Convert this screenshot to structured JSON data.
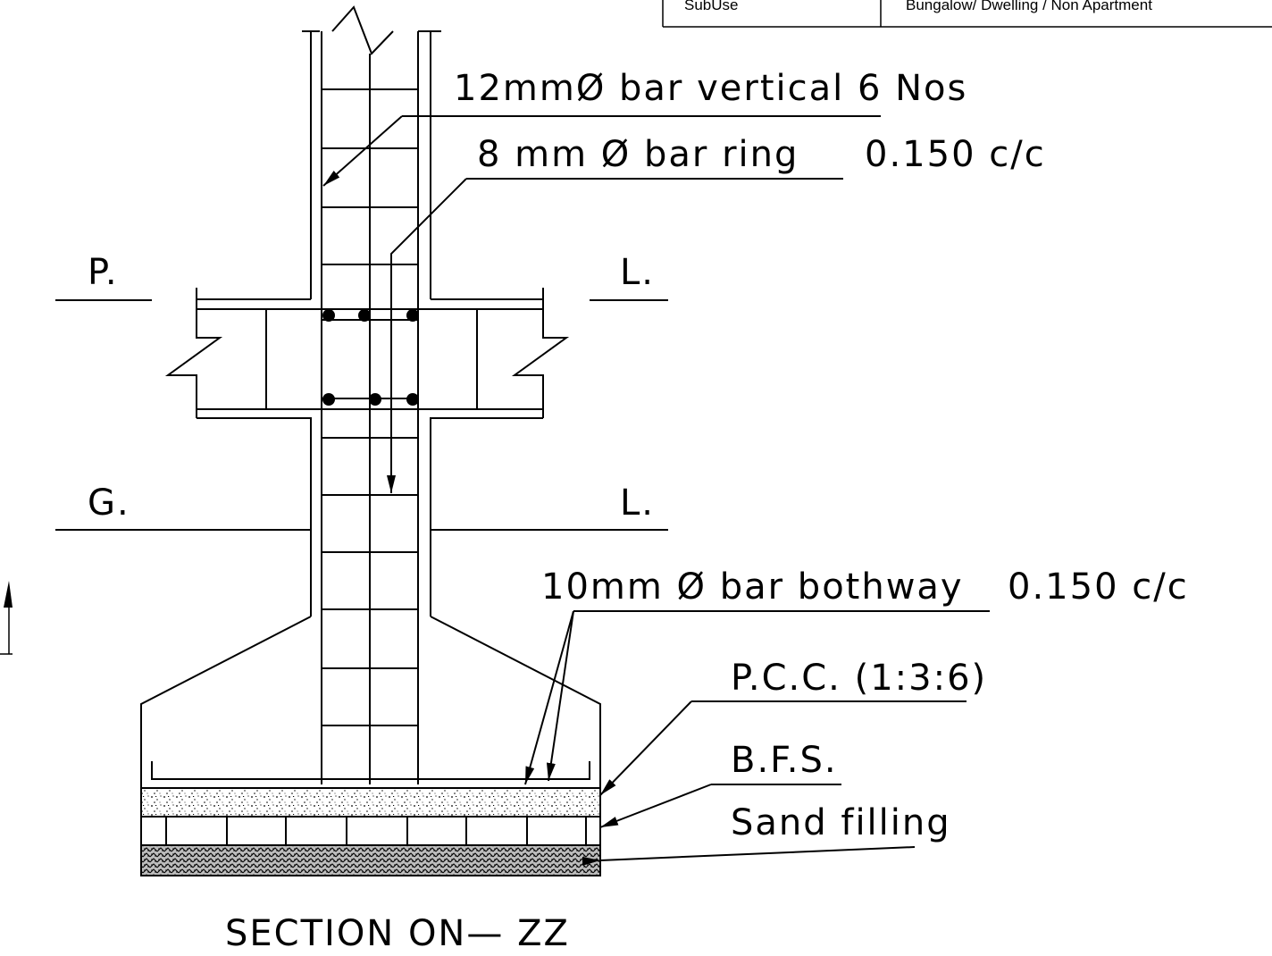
{
  "title_block": {
    "row_label": "SubUse",
    "row_value": "Bungalow/ Dwelling / Non Apartment"
  },
  "labels": {
    "vertical_bars": "12mmØ bar vertical 6 Nos",
    "ring_bars_main": "8 mm Ø bar ring",
    "ring_bars_spacing": "0.150 c/c",
    "plinth_left": "P.",
    "plinth_right": "L.",
    "ground_left": "G.",
    "ground_right": "L.",
    "footing_bars_main": "10mm Ø bar bothway",
    "footing_bars_spacing": "0.150 c/c",
    "pcc": "P.C.C. (1:3:6)",
    "bfs": "B.F.S.",
    "sand": "Sand filling",
    "section_title": "SECTION ON— ZZ"
  }
}
